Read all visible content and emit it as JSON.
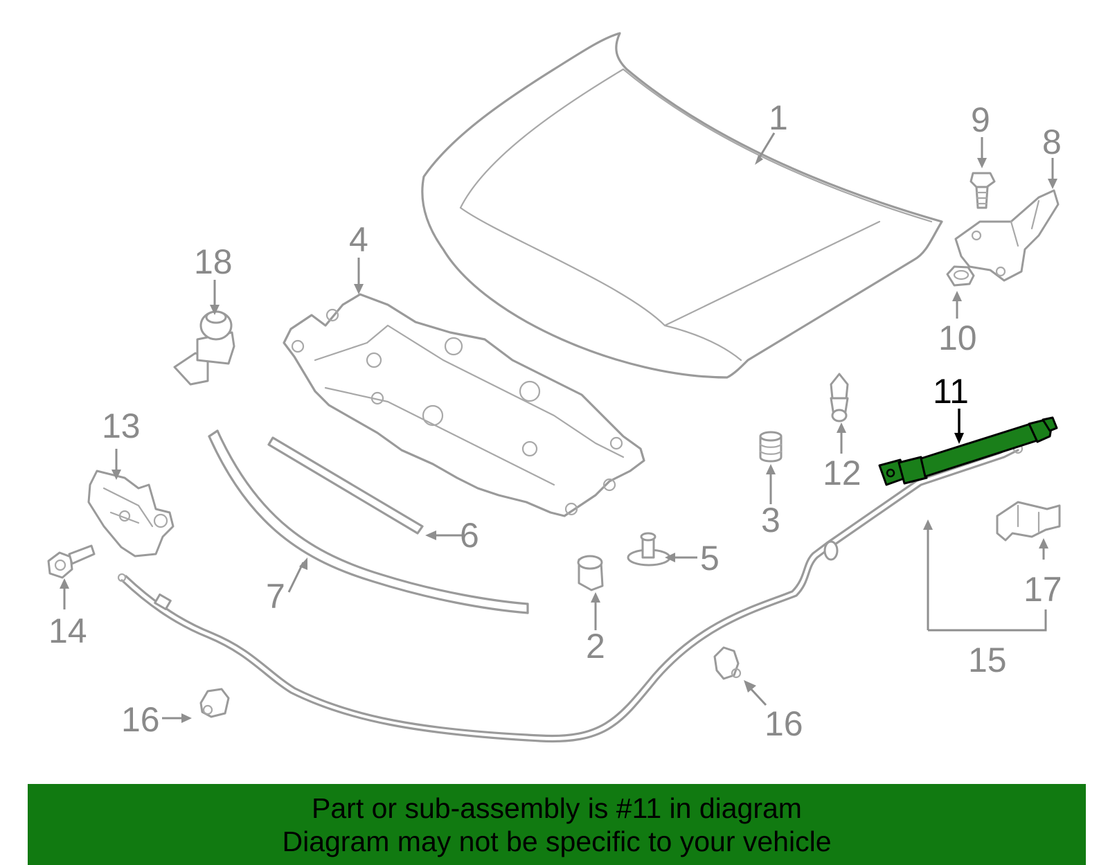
{
  "diagram": {
    "callouts": [
      {
        "id": "1",
        "text": "1"
      },
      {
        "id": "2",
        "text": "2"
      },
      {
        "id": "3",
        "text": "3"
      },
      {
        "id": "4",
        "text": "4"
      },
      {
        "id": "5",
        "text": "5"
      },
      {
        "id": "6",
        "text": "6"
      },
      {
        "id": "7",
        "text": "7"
      },
      {
        "id": "8",
        "text": "8"
      },
      {
        "id": "9",
        "text": "9"
      },
      {
        "id": "10",
        "text": "10"
      },
      {
        "id": "11",
        "text": "11"
      },
      {
        "id": "12",
        "text": "12"
      },
      {
        "id": "13",
        "text": "13"
      },
      {
        "id": "14",
        "text": "14"
      },
      {
        "id": "15",
        "text": "15"
      },
      {
        "id": "16a",
        "text": "16"
      },
      {
        "id": "16b",
        "text": "16"
      },
      {
        "id": "17",
        "text": "17"
      },
      {
        "id": "18",
        "text": "18"
      }
    ],
    "highlighted_part": "11",
    "colors": {
      "part_outline": "#9a9a9a",
      "highlight_fill": "#1a7f1a",
      "banner": "#117a11"
    }
  },
  "banner": {
    "line1": "Part or sub-assembly is #11 in diagram",
    "line2": "Diagram may not be specific to your vehicle"
  }
}
